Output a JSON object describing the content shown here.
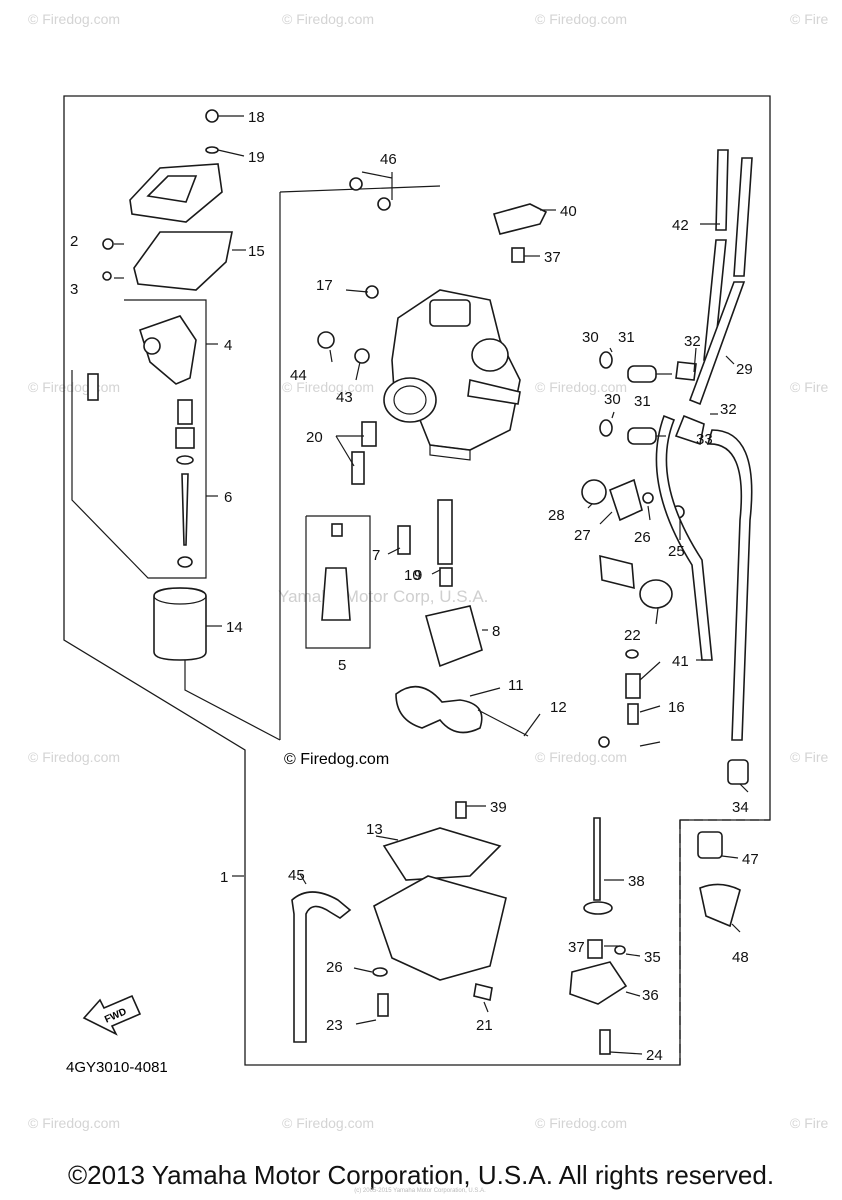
{
  "watermark_text": "© Firedog.com",
  "watermark_short": "© Fire",
  "center_watermark": "Yamaha Motor Corp, U.S.A.",
  "inline_credit": "© Firedog.com",
  "diagram_code": "4GY3010-4081",
  "fwd_label": "FWD",
  "copyright": "©2013 Yamaha Motor Corporation, U.S.A. All rights reserved.",
  "small_note": "(c) 2005-2015 Yamaha Motor Corporation, U.S.A.",
  "callouts": {
    "c1": "1",
    "c2": "2",
    "c3": "3",
    "c4": "4",
    "c5": "5",
    "c6": "6",
    "c7": "7",
    "c8": "8",
    "c9": "9",
    "c10": "10",
    "c11": "11",
    "c12": "12",
    "c13": "13",
    "c14": "14",
    "c15": "15",
    "c16": "16",
    "c17": "17",
    "c18": "18",
    "c19": "19",
    "c20": "20",
    "c21": "21",
    "c22": "22",
    "c23": "23",
    "c24": "24",
    "c25": "25",
    "c26a": "26",
    "c26b": "26",
    "c27": "27",
    "c28": "28",
    "c29": "29",
    "c30a": "30",
    "c30b": "30",
    "c31a": "31",
    "c31b": "31",
    "c32a": "32",
    "c32b": "32",
    "c33": "33",
    "c34": "34",
    "c35": "35",
    "c36": "36",
    "c37a": "37",
    "c37b": "37",
    "c38": "38",
    "c39": "39",
    "c40": "40",
    "c41": "41",
    "c42": "42",
    "c43": "43",
    "c44": "44",
    "c45": "45",
    "c46": "46",
    "c47": "47",
    "c48": "48"
  }
}
